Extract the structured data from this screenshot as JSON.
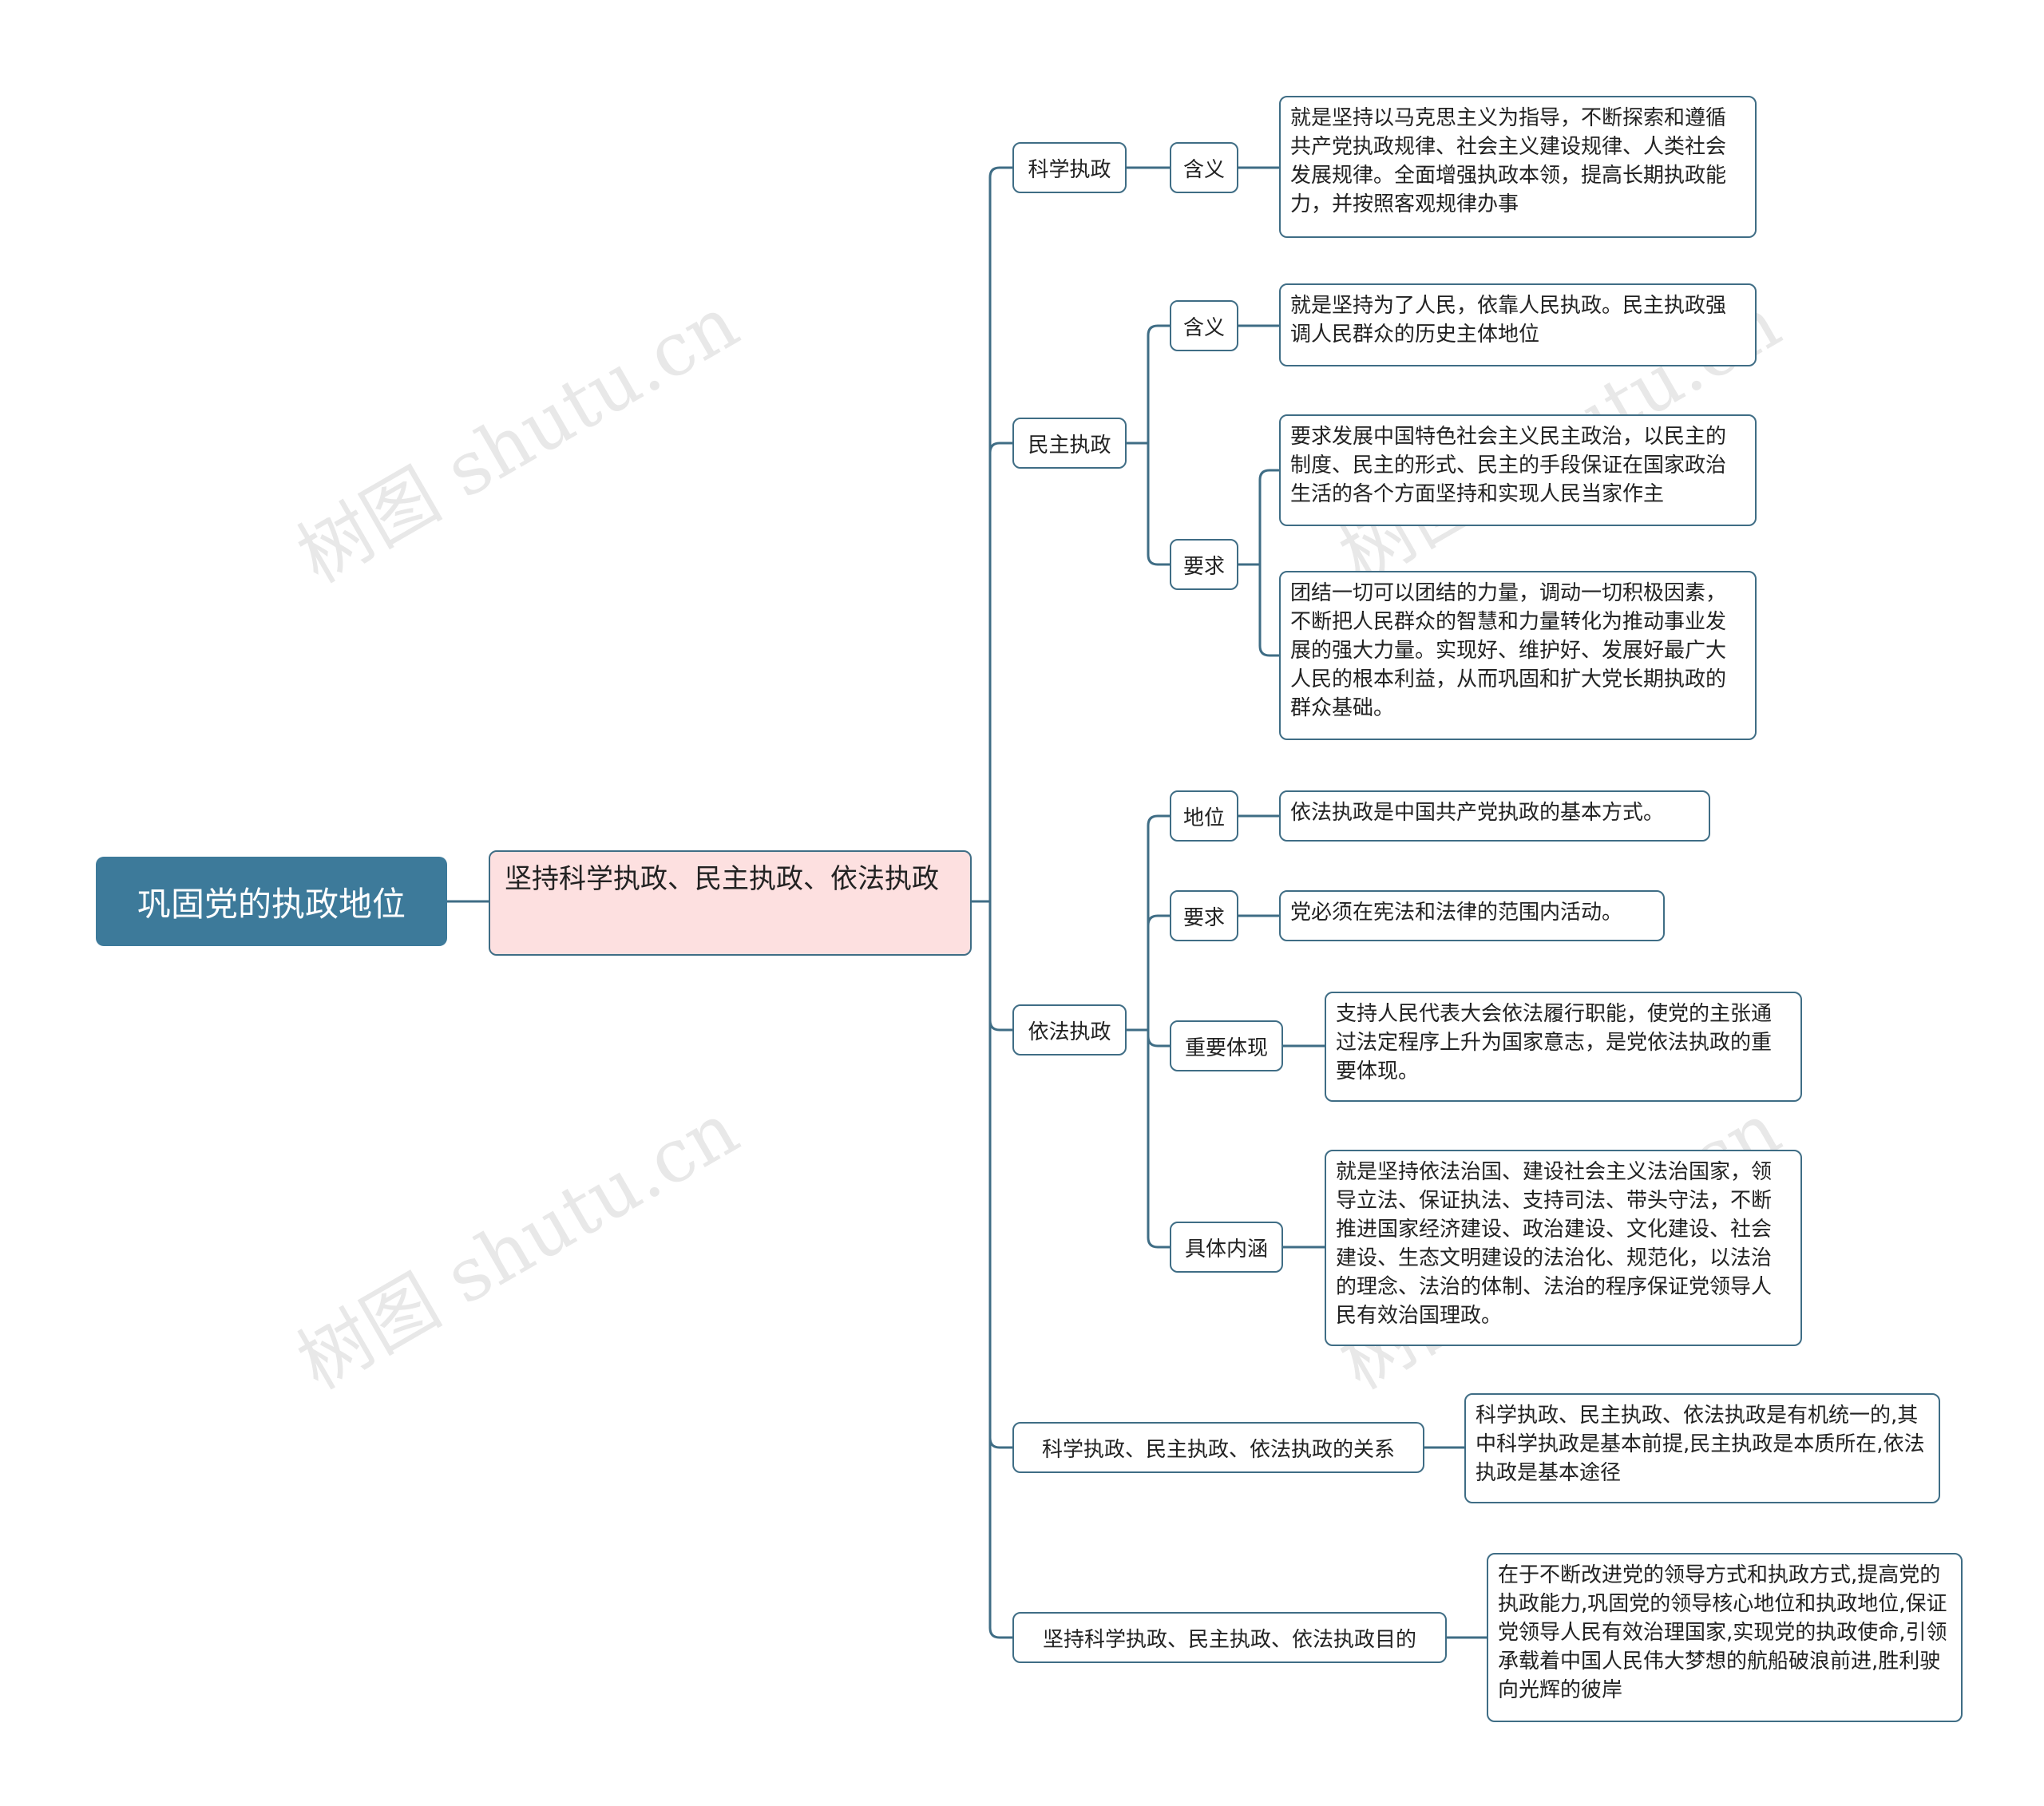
{
  "root": "巩固党的执政地位",
  "main": "坚持科学执政、民主执政、依法执政",
  "watermark": "树图 shutu.cn",
  "colors": {
    "root_bg": "#3d7a9a",
    "main_bg": "#fde0e0",
    "line": "#3f6d85"
  },
  "branches": {
    "science": {
      "label": "科学执政",
      "meaning": {
        "label": "含义",
        "text": "就是坚持以马克思主义为指导，不断探索和遵循共产党执政规律、社会主义建设规律、人类社会发展规律。全面增强执政本领，提高长期执政能力，并按照客观规律办事"
      }
    },
    "democracy": {
      "label": "民主执政",
      "meaning": {
        "label": "含义",
        "text": "就是坚持为了人民，依靠人民执政。民主执政强调人民群众的历史主体地位"
      },
      "require": {
        "label": "要求",
        "texts": [
          "要求发展中国特色社会主义民主政治，以民主的制度、民主的形式、民主的手段保证在国家政治生活的各个方面坚持和实现人民当家作主",
          "团结一切可以团结的力量，调动一切积极因素，不断把人民群众的智慧和力量转化为推动事业发展的强大力量。实现好、维护好、发展好最广大人民的根本利益，从而巩固和扩大党长期执政的群众基础。"
        ]
      }
    },
    "law": {
      "label": "依法执政",
      "status": {
        "label": "地位",
        "text": "依法执政是中国共产党执政的基本方式。"
      },
      "require": {
        "label": "要求",
        "text": "党必须在宪法和法律的范围内活动。"
      },
      "important": {
        "label": "重要体现",
        "text": "支持人民代表大会依法履行职能，使党的主张通过法定程序上升为国家意志，是党依法执政的重要体现。"
      },
      "content": {
        "label": "具体内涵",
        "text": "就是坚持依法治国、建设社会主义法治国家，领导立法、保证执法、支持司法、带头守法，不断推进国家经济建设、政治建设、文化建设、社会建设、生态文明建设的法治化、规范化，以法治的理念、法治的体制、法治的程序保证党领导人民有效治国理政。"
      }
    },
    "relation": {
      "label": "科学执政、民主执政、依法执政的关系",
      "text": "科学执政、民主执政、依法执政是有机统一的,其中科学执政是基本前提,民主执政是本质所在,依法执政是基本途径"
    },
    "purpose": {
      "label": "坚持科学执政、民主执政、依法执政目的",
      "text": "在于不断改进党的领导方式和执政方式,提高党的执政能力,巩固党的领导核心地位和执政地位,保证党领导人民有效治理国家,实现党的执政使命,引领承载着中国人民伟大梦想的航船破浪前进,胜利驶向光辉的彼岸"
    }
  }
}
